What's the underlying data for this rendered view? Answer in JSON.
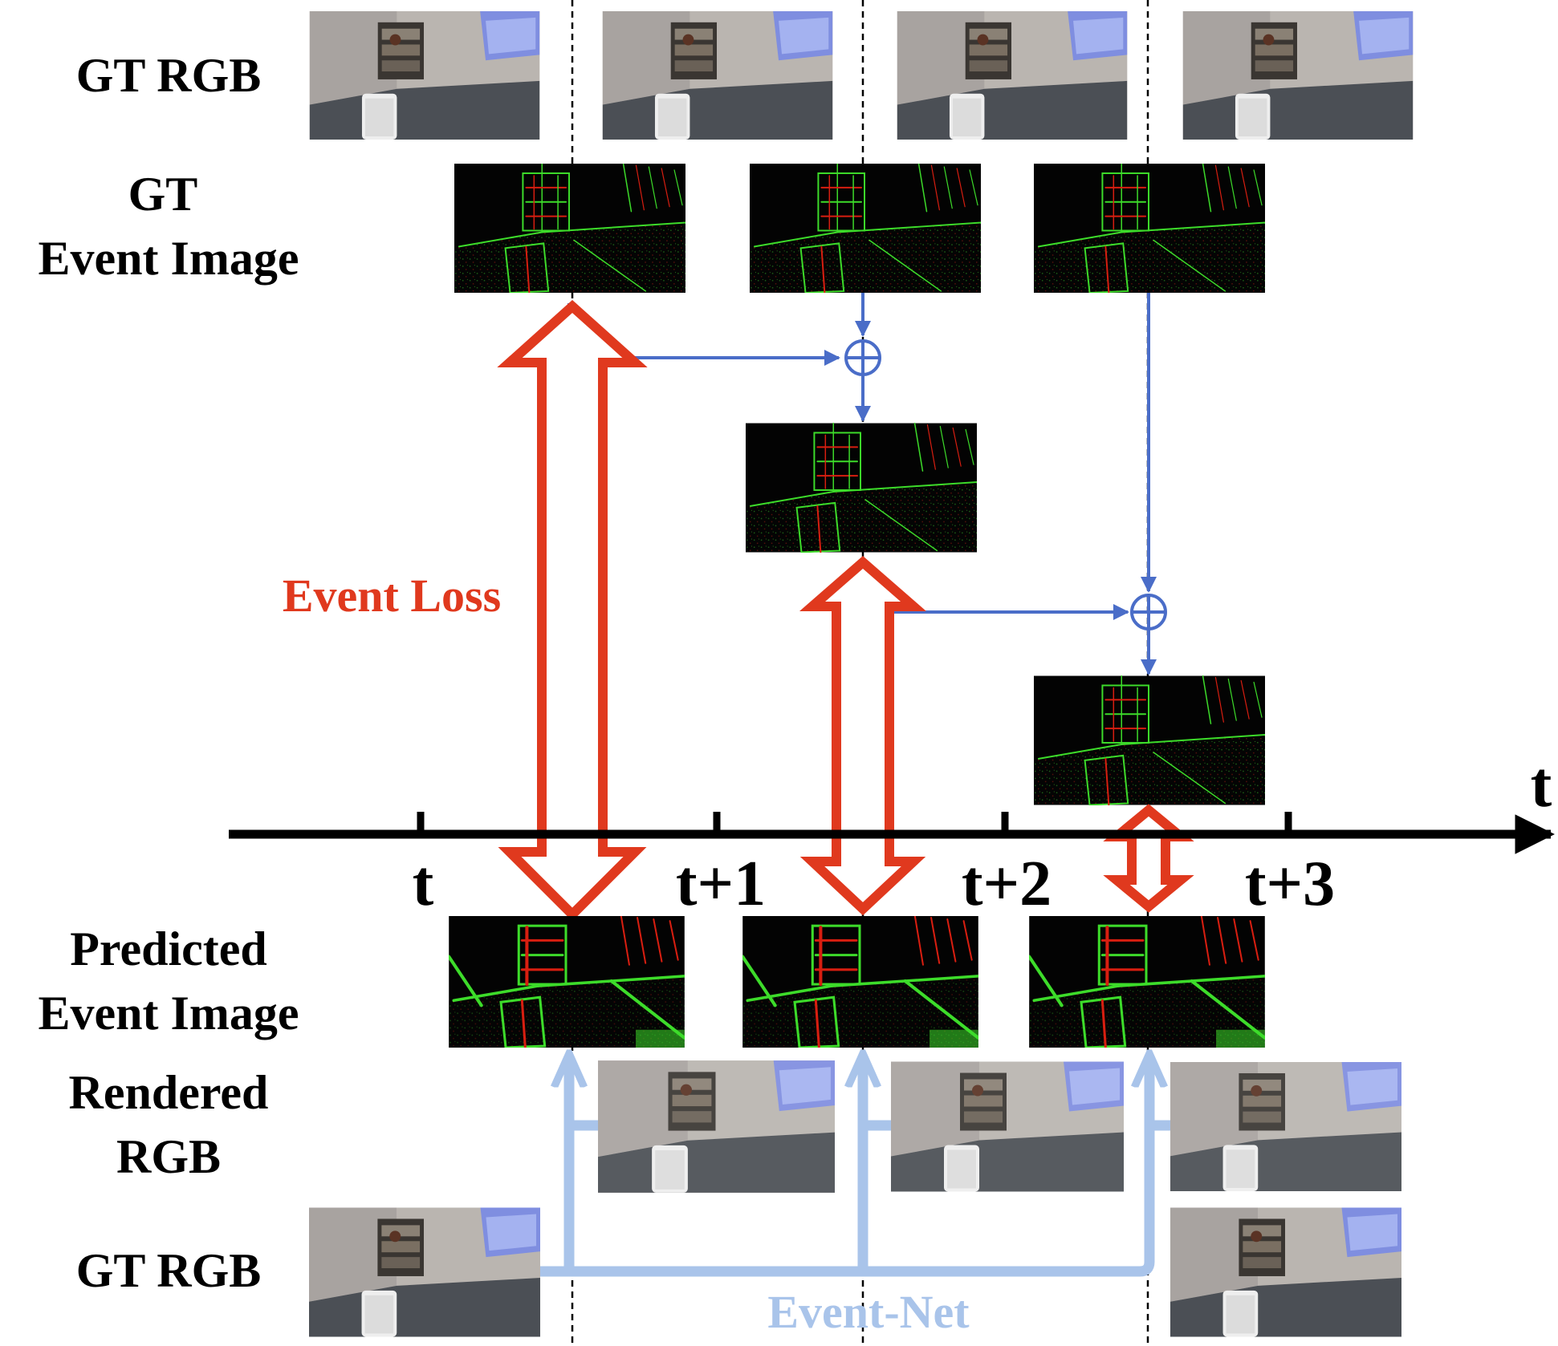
{
  "labels": {
    "gt_rgb_top": "GT RGB",
    "gt_event_line1": "GT",
    "gt_event_line2": "Event Image",
    "pred_event_line1": "Predicted",
    "pred_event_line2": "Event Image",
    "rendered_line1": "Rendered",
    "rendered_line2": "RGB",
    "gt_rgb_bottom": "GT RGB",
    "event_loss": "Event Loss",
    "event_net": "Event-Net",
    "axis": "t"
  },
  "ticks": [
    "t",
    "t+1",
    "t+2",
    "t+3"
  ],
  "colors": {
    "loss": "#e0391e",
    "flow": "#4a6dc8",
    "net": "#a9c4ea",
    "axis": "#000000",
    "event_green": "#3ddc2a",
    "event_red": "#d81e10"
  },
  "icons": {
    "sum": "circle-plus-icon",
    "loss_arrow": "double-headed-hollow-arrow",
    "time_arrow": "arrow-right"
  }
}
